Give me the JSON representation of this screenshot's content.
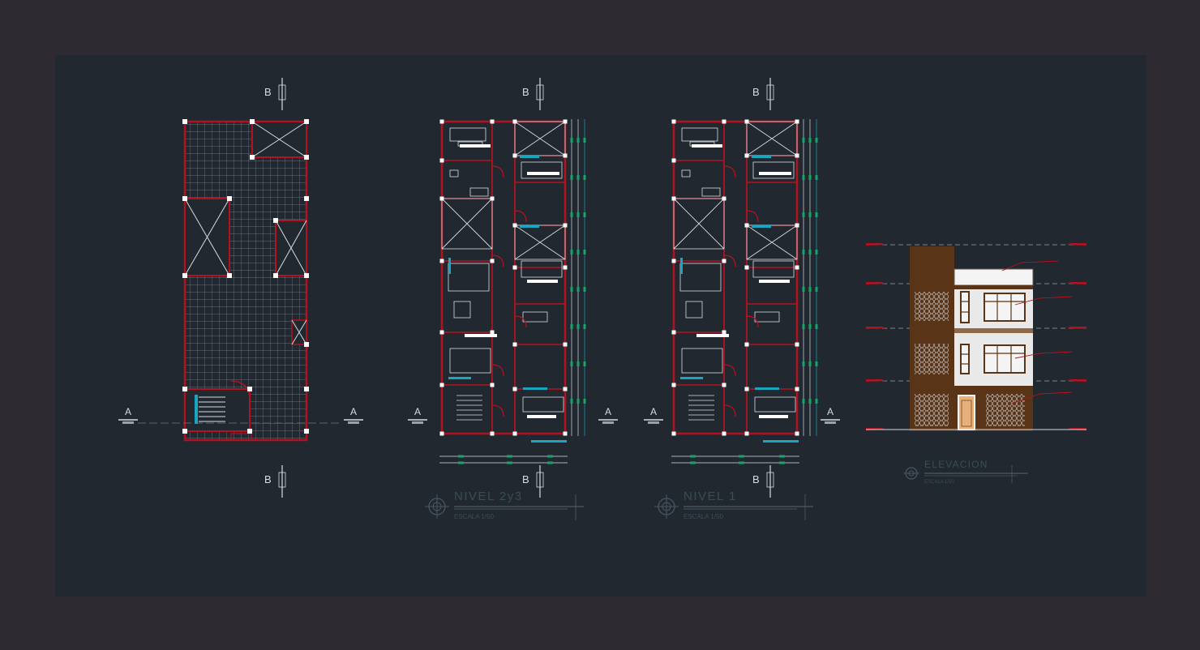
{
  "colors": {
    "frame": "#2e2a31",
    "sheet": "#212830",
    "wall": "#b2131f",
    "line": "#d8dce2",
    "hatch": "#6f7a88",
    "accent": "#1aa6c0",
    "green": "#11a868",
    "facade_brown": "#5a3416",
    "facade_white": "#e9e9e9"
  },
  "section_marks": {
    "a": "A",
    "b": "B"
  },
  "plans": {
    "nivel_23": {
      "title": "NIVEL 2y3",
      "scale": "ESCALA 1/50"
    },
    "nivel_1": {
      "title": "NIVEL 1",
      "scale": "ESCALA 1/50"
    },
    "elevacion": {
      "title": "ELEVACION",
      "scale": "ESCALA 1/50"
    }
  }
}
